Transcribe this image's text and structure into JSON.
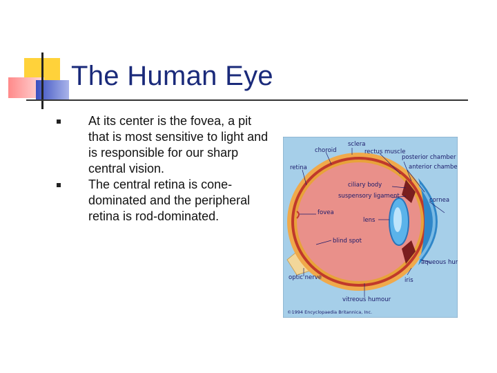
{
  "slide": {
    "title": "The Human Eye",
    "bullets": [
      "At its center is the fovea, a pit that is most sensitive to light and is responsible for our sharp central vision.",
      "The central retina is cone-dominated and the peripheral retina is rod-dominated."
    ]
  },
  "diagram": {
    "labels": {
      "sclera": "sclera",
      "choroid": "choroid",
      "rectus_muscle": "rectus muscle",
      "posterior_chamber": "posterior chamber",
      "anterior_chamber": "anterior chamber",
      "retina": "retina",
      "ciliary_body": "ciliary body",
      "suspensory_ligament": "suspensory ligament",
      "cornea": "cornea",
      "fovea": "fovea",
      "lens": "lens",
      "blind_spot": "blind spot",
      "aqueous_humour": "aqueous humour",
      "optic_nerve": "optic nerve",
      "iris": "iris",
      "vitreous_humour": "vitreous humour"
    },
    "copyright": "©1994 Encyclopaedia Britannica, Inc."
  },
  "colors": {
    "title": "#1a2a7a",
    "diagram_bg": "#a6cfe9",
    "vitreous": "#e9908a",
    "retina_layer": "#e8a23a",
    "choroid_layer": "#c0392b"
  }
}
